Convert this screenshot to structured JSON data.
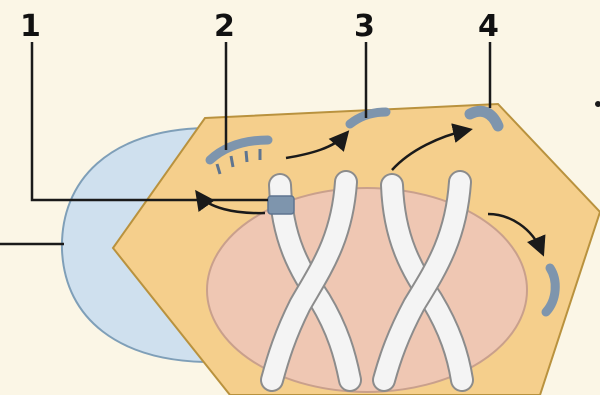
{
  "labels": {
    "one": "1",
    "two": "2",
    "three": "3",
    "four": "4"
  },
  "colors": {
    "background": "#fbf6e6",
    "cell": "#f5cf8c",
    "cell_outline": "#b9923e",
    "nucleus": "#efc7b3",
    "nucleus_outline": "#c9a08c",
    "vacuole": "#cfe0ee",
    "vacuole_outline": "#7f9fb8",
    "chromosome": "#f4f4f4",
    "chromosome_outline": "#8c8c8c",
    "marker": "#7e95ad",
    "leader": "#1a1a1a"
  }
}
